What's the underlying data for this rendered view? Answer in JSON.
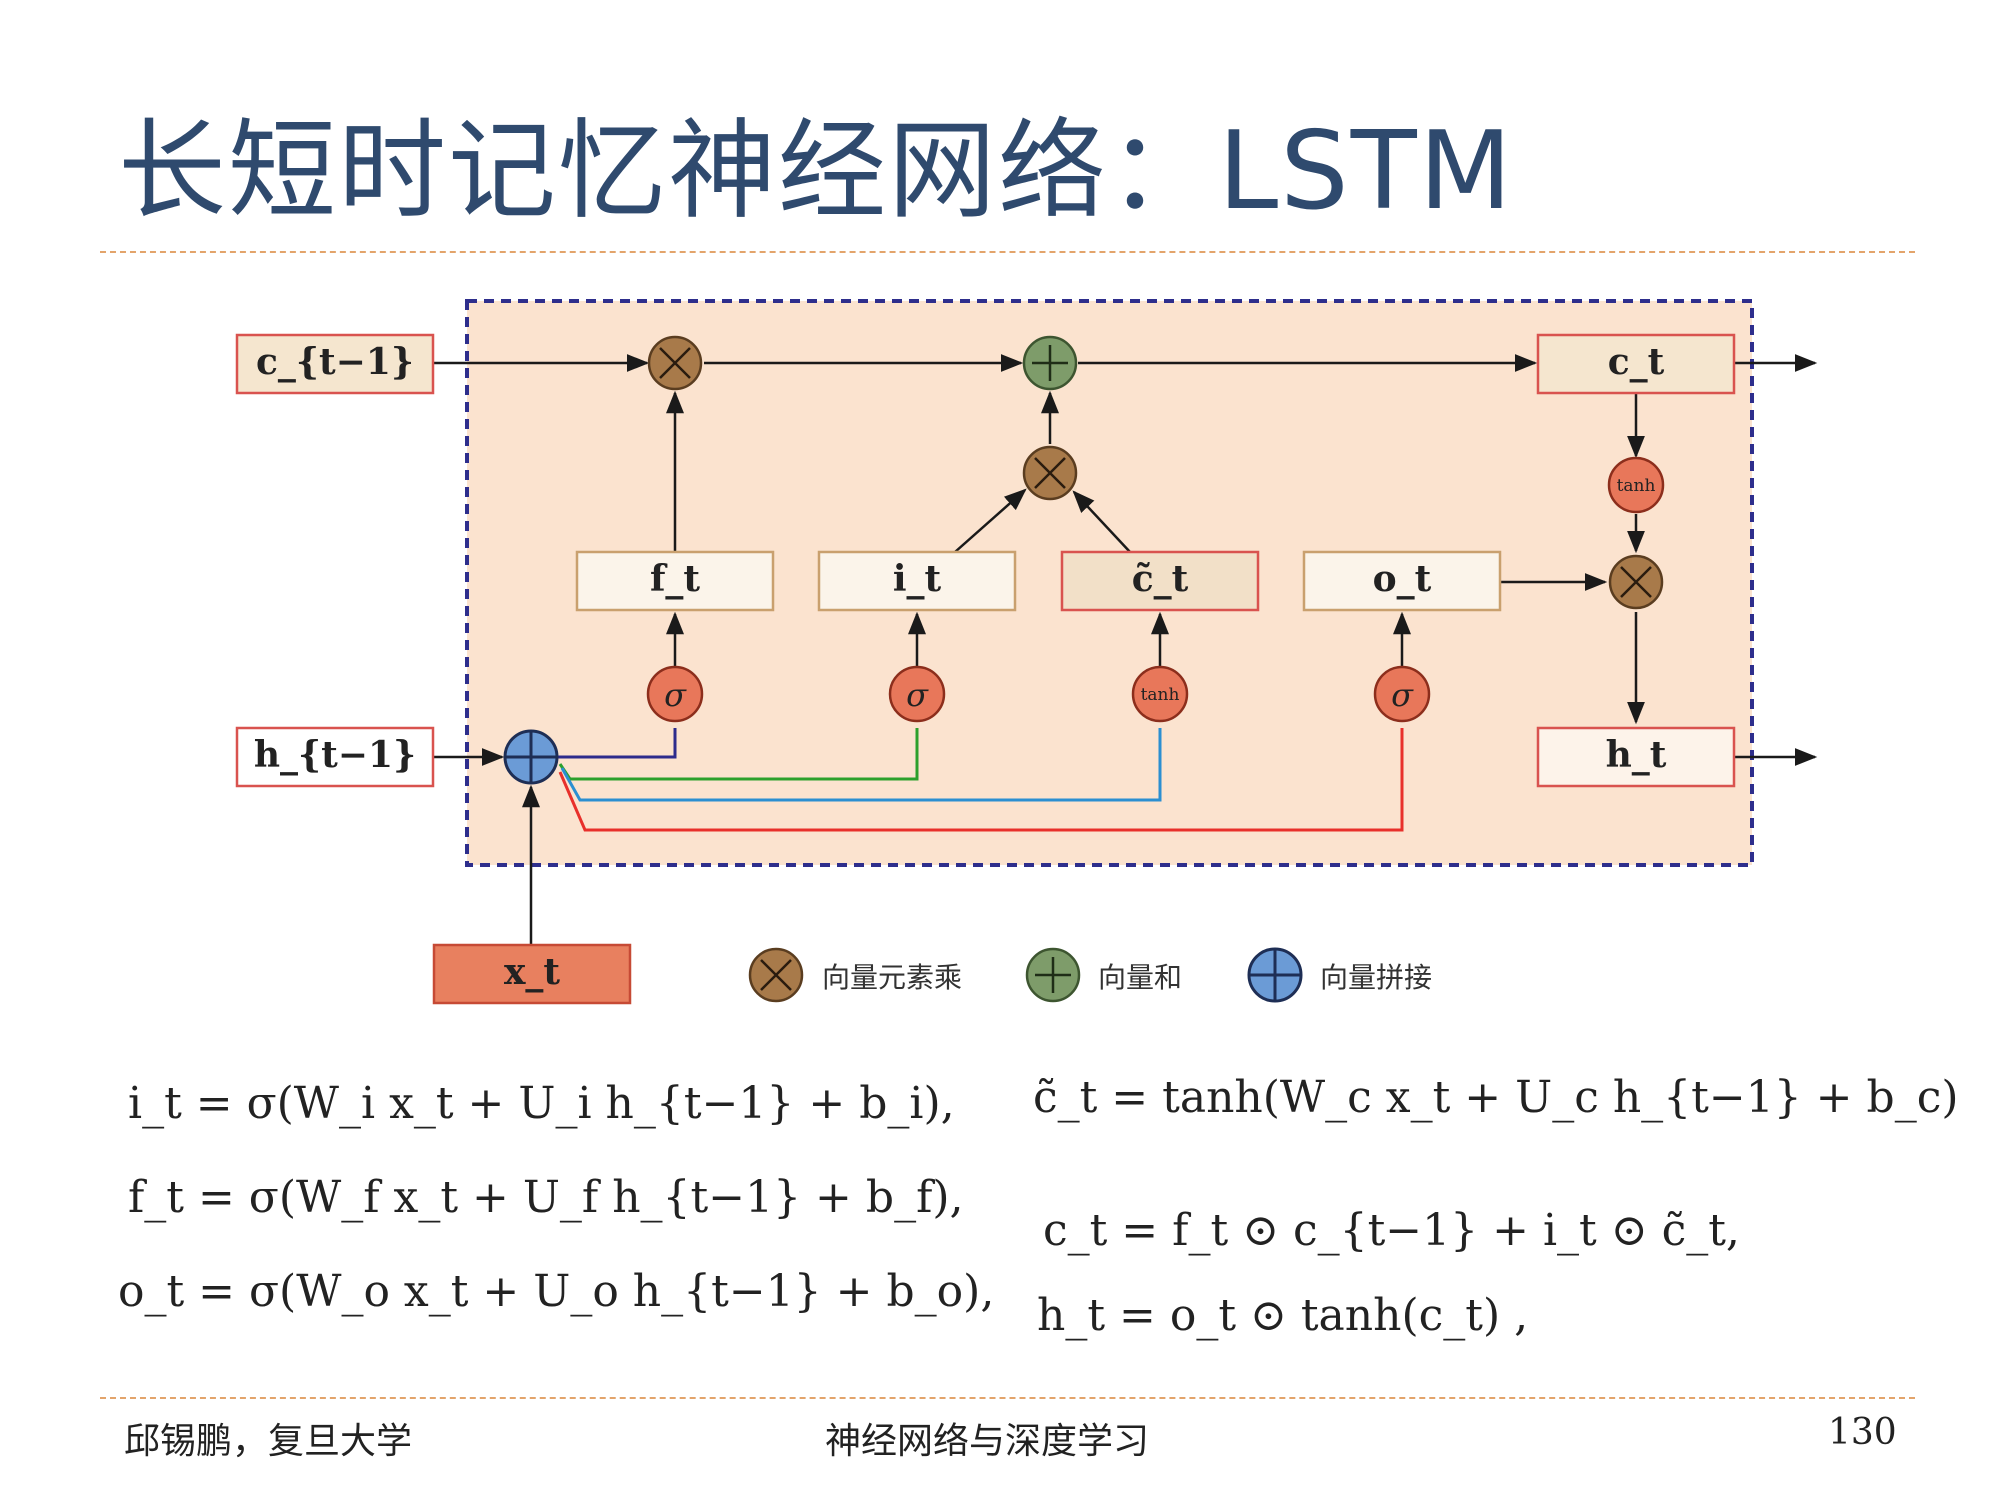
{
  "slide": {
    "title": "长短时记忆神经网络：LSTM",
    "footer_left": "邱锡鹏，复旦大学",
    "footer_center": "神经网络与深度学习",
    "page_number": "130"
  },
  "diagram": {
    "boxes": {
      "c_prev": "c_{t−1}",
      "h_prev": "h_{t−1}",
      "x_t": "x_t",
      "f_t": "f_t",
      "i_t": "i_t",
      "c_tilde": "c̃_t",
      "o_t": "o_t",
      "c_t": "c_t",
      "h_t": "h_t"
    },
    "activations": {
      "sigma": "σ",
      "tanh": "tanh"
    },
    "legend": {
      "multiply": "向量元素乘",
      "add": "向量和",
      "concat": "向量拼接"
    },
    "colors": {
      "cell_background": "#fbe3cf",
      "dashed_border": "#2e2e8c",
      "multiply_node": "#a87a4a",
      "add_node": "#7e9c6a",
      "concat_node": "#6b9bd6",
      "activation_node": "#e8775a",
      "box_border_red": "#d9534f",
      "box_border_tan": "#c9a06e",
      "x_box_fill": "#e8805f",
      "line_f": "#2d2b8c",
      "line_i": "#2ca02c",
      "line_c": "#2b8fd1",
      "line_o": "#e8302b"
    }
  },
  "equations": {
    "i": "i_t = σ(W_i x_t + U_i h_{t−1} + b_i),",
    "f": "f_t = σ(W_f x_t + U_f h_{t−1} + b_f),",
    "o": "o_t = σ(W_o x_t + U_o h_{t−1} + b_o),",
    "c_tilde": "c̃_t = tanh(W_c x_t + U_c h_{t−1} + b_c)",
    "c": "c_t = f_t ⊙ c_{t−1} + i_t ⊙ c̃_t,",
    "h": "h_t = o_t ⊙ tanh(c_t) ,"
  }
}
